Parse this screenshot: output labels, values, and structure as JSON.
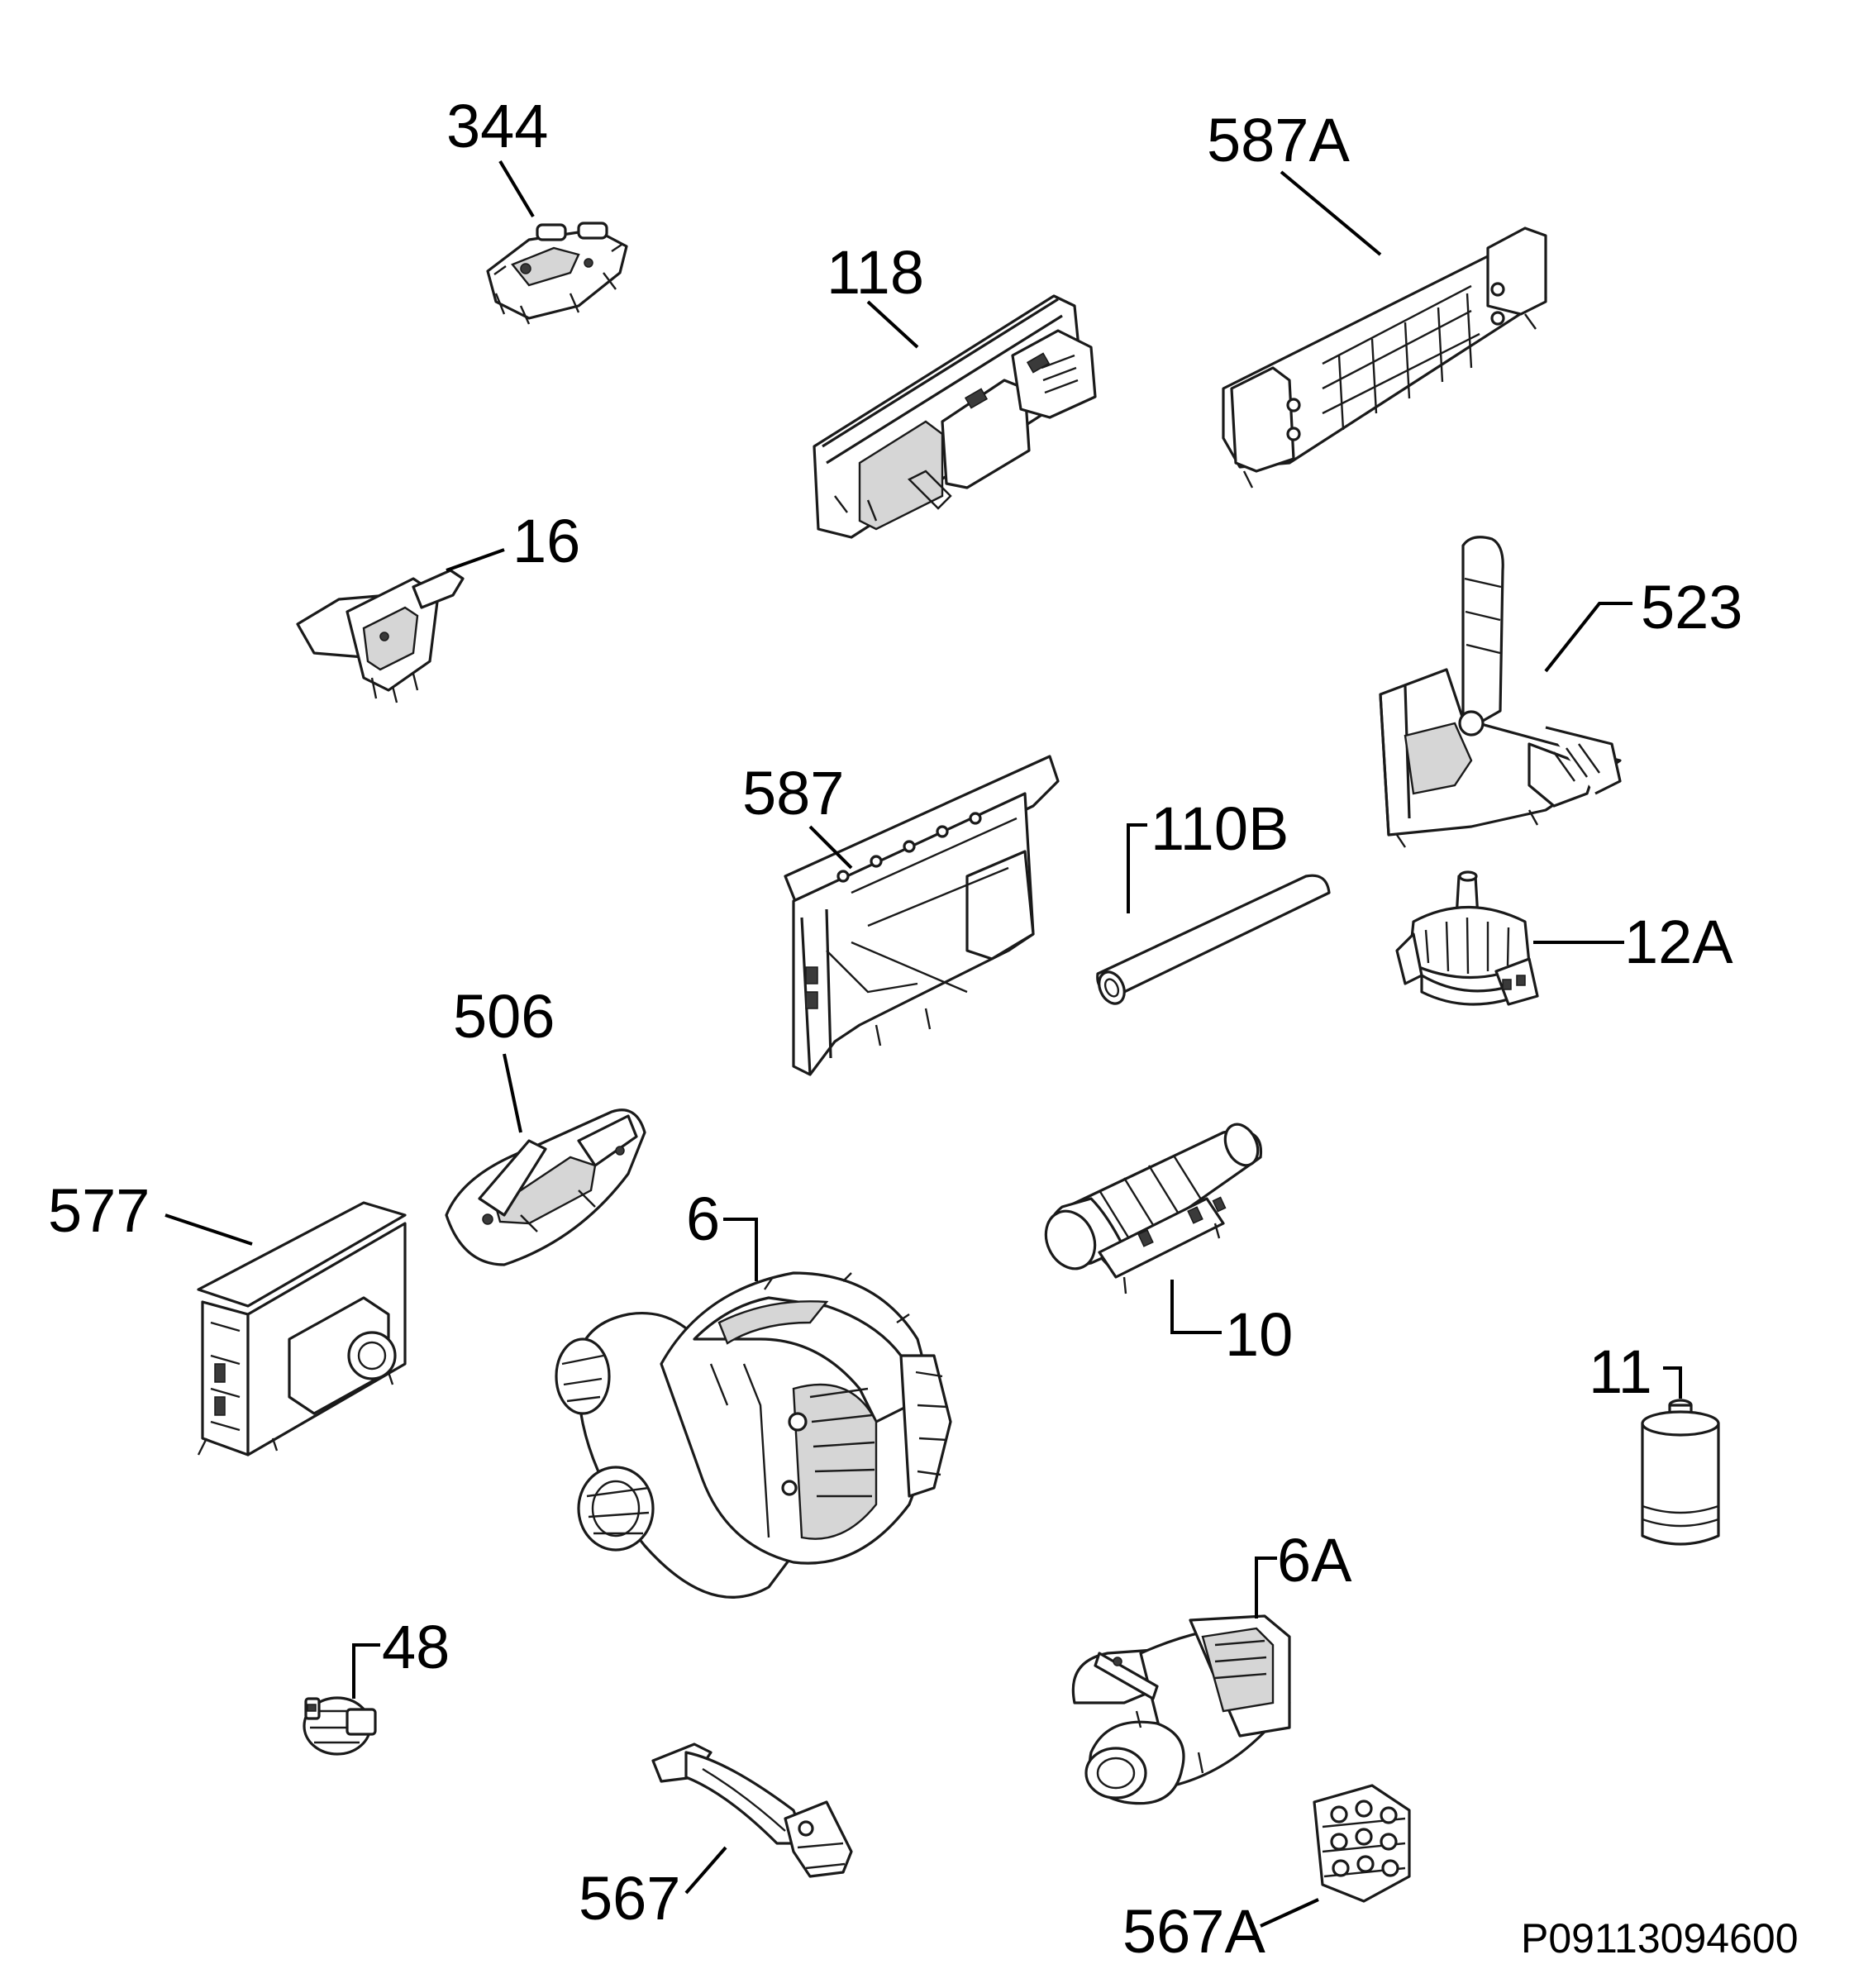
{
  "diagram": {
    "drawing_code": "P09113094600",
    "parts": [
      {
        "id": "344"
      },
      {
        "id": "587A"
      },
      {
        "id": "118"
      },
      {
        "id": "16"
      },
      {
        "id": "523"
      },
      {
        "id": "587"
      },
      {
        "id": "110B"
      },
      {
        "id": "12A"
      },
      {
        "id": "506"
      },
      {
        "id": "577"
      },
      {
        "id": "6"
      },
      {
        "id": "10"
      },
      {
        "id": "11"
      },
      {
        "id": "48"
      },
      {
        "id": "6A"
      },
      {
        "id": "567"
      },
      {
        "id": "567A"
      }
    ]
  }
}
